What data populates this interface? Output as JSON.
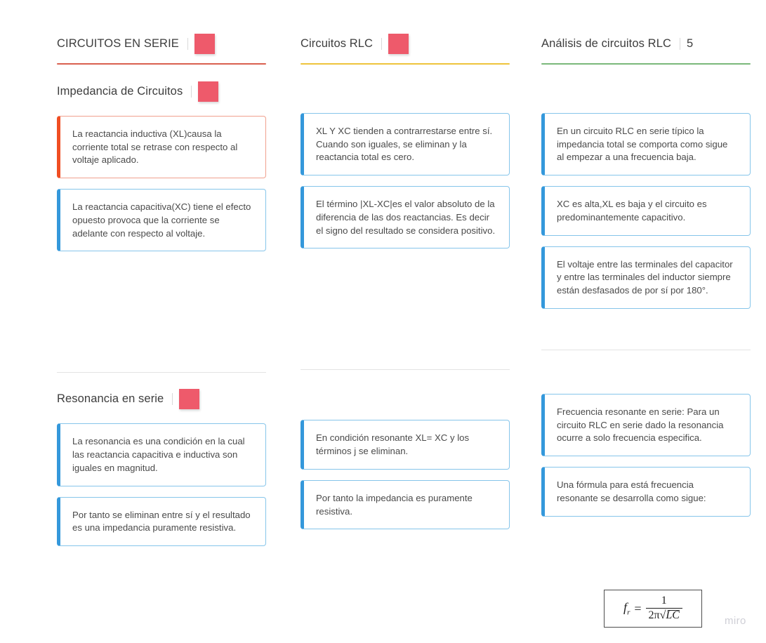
{
  "board": {
    "watermark": "miro",
    "colors": {
      "sticky_pink": "#ee5a6b",
      "rule_red": "#d9604f",
      "rule_yellow": "#eec33b",
      "rule_green": "#7ab87a",
      "card_blue": "#3498db",
      "card_orange": "#f04e23"
    }
  },
  "columns": [
    {
      "header": {
        "title": "CIRCUITOS EN SERIE",
        "badge": "sticky-note",
        "count": ""
      },
      "rule_color": "#d9604f",
      "sections": [
        {
          "title": "Impedancia de Circuitos",
          "badge": "sticky-note",
          "cards": [
            {
              "accent": "orange",
              "text": "La reactancia inductiva (XL)causa la corriente total se retrase con respecto al voltaje aplicado."
            },
            {
              "accent": "blue",
              "text": "La reactancia capacitiva(XC) tiene el efecto opuesto provoca que la corriente se adelante con respecto al voltaje."
            }
          ]
        },
        {
          "title": "Resonancia en serie",
          "badge": "sticky-note",
          "cards": [
            {
              "accent": "blue",
              "text": "La resonancia es una condición en la cual las reactancia capacitiva e inductiva son iguales en magnitud."
            },
            {
              "accent": "blue",
              "text": "Por tanto se eliminan entre sí y el resultado es una impedancia puramente resistiva."
            }
          ]
        }
      ]
    },
    {
      "header": {
        "title": "Circuitos RLC",
        "badge": "sticky-note",
        "count": ""
      },
      "rule_color": "#eec33b",
      "sections": [
        {
          "title": "",
          "badge": "",
          "cards": [
            {
              "accent": "blue",
              "text": "XL Y XC tienden a contrarrestarse entre sí. Cuando son iguales, se eliminan y la reactancia total es cero."
            },
            {
              "accent": "blue",
              "text": "El término |XL-XC|es el valor absoluto de la diferencia de las dos reactancias. Es decir el signo del resultado se considera positivo."
            }
          ]
        },
        {
          "title": "",
          "badge": "",
          "cards": [
            {
              "accent": "blue",
              "text": "En condición resonante XL= XC y los términos j se eliminan."
            },
            {
              "accent": "blue",
              "text": "Por tanto la impedancia es puramente resistiva."
            }
          ]
        }
      ]
    },
    {
      "header": {
        "title": "Análisis de circuitos RLC",
        "badge": "count",
        "count": "5"
      },
      "rule_color": "#7ab87a",
      "sections": [
        {
          "title": "",
          "badge": "",
          "cards": [
            {
              "accent": "blue",
              "text": "En un circuito RLC en serie típico la impedancia total se comporta como sigue al empezar a una frecuencia baja."
            },
            {
              "accent": "blue",
              "text": "XC es alta,XL es baja y el circuito es predominantemente capacitivo."
            },
            {
              "accent": "blue",
              "text": "El voltaje entre las terminales del capacitor y entre las terminales del inductor siempre están desfasados de por sí por 180°."
            }
          ]
        },
        {
          "title": "",
          "badge": "",
          "cards": [
            {
              "accent": "blue",
              "text": "Frecuencia resonante en serie: Para un circuito RLC en serie dado la resonancia ocurre a solo frecuencia especifica."
            },
            {
              "accent": "blue",
              "text": "Una fórmula para está frecuencia resonante se desarrolla como sigue:"
            }
          ]
        }
      ]
    }
  ],
  "formula": {
    "lhs": "f",
    "lhs_sub": "r",
    "equals": "=",
    "numerator": "1",
    "denominator_prefix": "2π",
    "denominator_radicand": "LC",
    "plain": "fr = 1 / (2π√(LC))"
  }
}
